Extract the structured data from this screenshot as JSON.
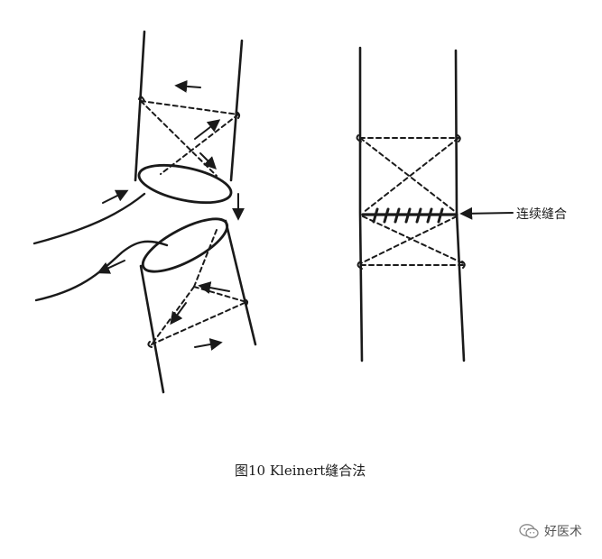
{
  "figure": {
    "caption": "图10  Kleinert缝合法",
    "callout_label": "连续缝合"
  },
  "watermark": {
    "text": "好医术",
    "icon": "wechat-chat-icon"
  },
  "colors": {
    "ink": "#1a1a1a",
    "background": "#ffffff"
  }
}
